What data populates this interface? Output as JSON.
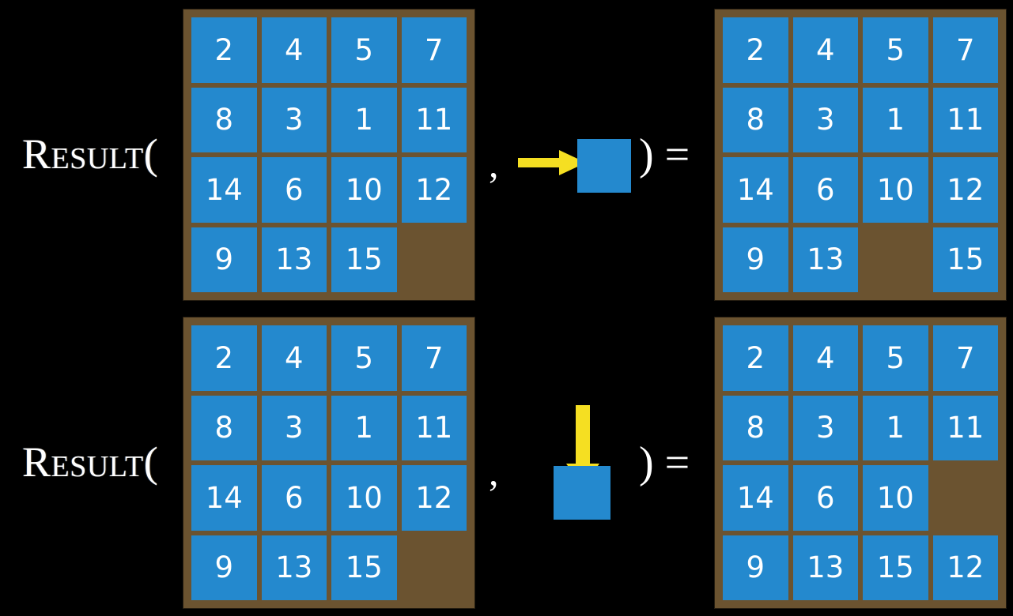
{
  "title": "Result of sliding a tile on a 15-puzzle board",
  "colors": {
    "background": "#000000",
    "tile": "#2489ce",
    "frame": "#6b5330",
    "arrow": "#f5df22",
    "text": "#ffffff"
  },
  "labels": {
    "result_open": "Result(",
    "comma": ",",
    "close_equals": ") ="
  },
  "icons": {
    "arrow_right": "arrow-right-icon",
    "arrow_down": "arrow-down-icon",
    "blank_tile": "blank-tile-icon"
  },
  "rows": [
    {
      "id": "row-top",
      "label": "Result(",
      "comma": ",",
      "close_equals": ") =",
      "operation": {
        "direction": "right",
        "icon": "arrow-right-icon",
        "description": "slide tile right"
      },
      "input_board": {
        "name": "input-board-top",
        "cells": [
          [
            "2",
            "4",
            "5",
            "7"
          ],
          [
            "8",
            "3",
            "1",
            "11"
          ],
          [
            "14",
            "6",
            "10",
            "12"
          ],
          [
            "9",
            "13",
            "15",
            ""
          ]
        ]
      },
      "output_board": {
        "name": "output-board-top",
        "cells": [
          [
            "2",
            "4",
            "5",
            "7"
          ],
          [
            "8",
            "3",
            "1",
            "11"
          ],
          [
            "14",
            "6",
            "10",
            "12"
          ],
          [
            "9",
            "13",
            "",
            "15"
          ]
        ]
      }
    },
    {
      "id": "row-bottom",
      "label": "Result(",
      "comma": ",",
      "close_equals": ") =",
      "operation": {
        "direction": "down",
        "icon": "arrow-down-icon",
        "description": "slide tile down"
      },
      "input_board": {
        "name": "input-board-bottom",
        "cells": [
          [
            "2",
            "4",
            "5",
            "7"
          ],
          [
            "8",
            "3",
            "1",
            "11"
          ],
          [
            "14",
            "6",
            "10",
            "12"
          ],
          [
            "9",
            "13",
            "15",
            ""
          ]
        ]
      },
      "output_board": {
        "name": "output-board-bottom",
        "cells": [
          [
            "2",
            "4",
            "5",
            "7"
          ],
          [
            "8",
            "3",
            "1",
            "11"
          ],
          [
            "14",
            "6",
            "10",
            ""
          ],
          [
            "9",
            "13",
            "15",
            "12"
          ]
        ]
      }
    }
  ]
}
